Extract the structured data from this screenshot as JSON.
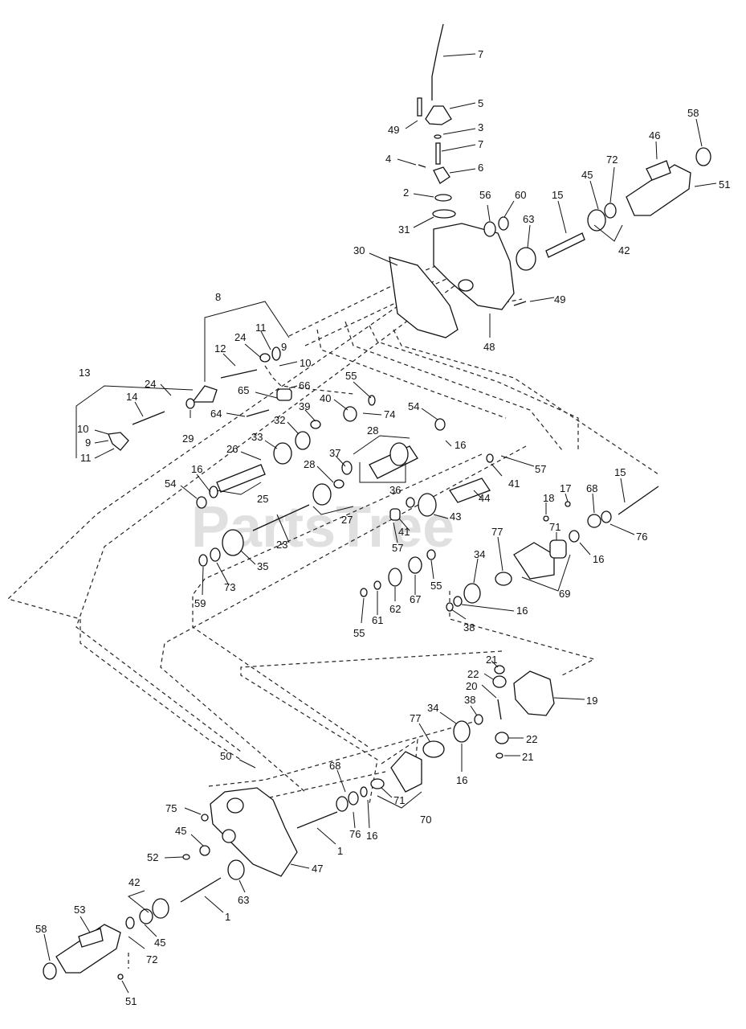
{
  "watermark": "PartsTree",
  "callouts": [
    "7",
    "5",
    "49",
    "3",
    "7",
    "4",
    "6",
    "2",
    "31",
    "56",
    "60",
    "15",
    "45",
    "72",
    "46",
    "58",
    "51",
    "42",
    "63",
    "30",
    "49",
    "48",
    "8",
    "11",
    "24",
    "9",
    "12",
    "10",
    "13",
    "24",
    "66",
    "65",
    "55",
    "14",
    "40",
    "74",
    "64",
    "39",
    "54",
    "29",
    "10",
    "9",
    "11",
    "32",
    "28",
    "16",
    "33",
    "26",
    "37",
    "57",
    "28",
    "36",
    "15",
    "54",
    "16",
    "25",
    "44",
    "41",
    "17",
    "18",
    "68",
    "27",
    "43",
    "76",
    "23",
    "77",
    "71",
    "41",
    "57",
    "35",
    "16",
    "34",
    "73",
    "67",
    "55",
    "69",
    "59",
    "62",
    "16",
    "61",
    "38",
    "55",
    "21",
    "22",
    "20",
    "19",
    "38",
    "34",
    "77",
    "22",
    "21",
    "16",
    "68",
    "50",
    "71",
    "75",
    "45",
    "16",
    "70",
    "76",
    "52",
    "47",
    "1",
    "42",
    "63",
    "1",
    "53",
    "58",
    "45",
    "72",
    "51"
  ]
}
